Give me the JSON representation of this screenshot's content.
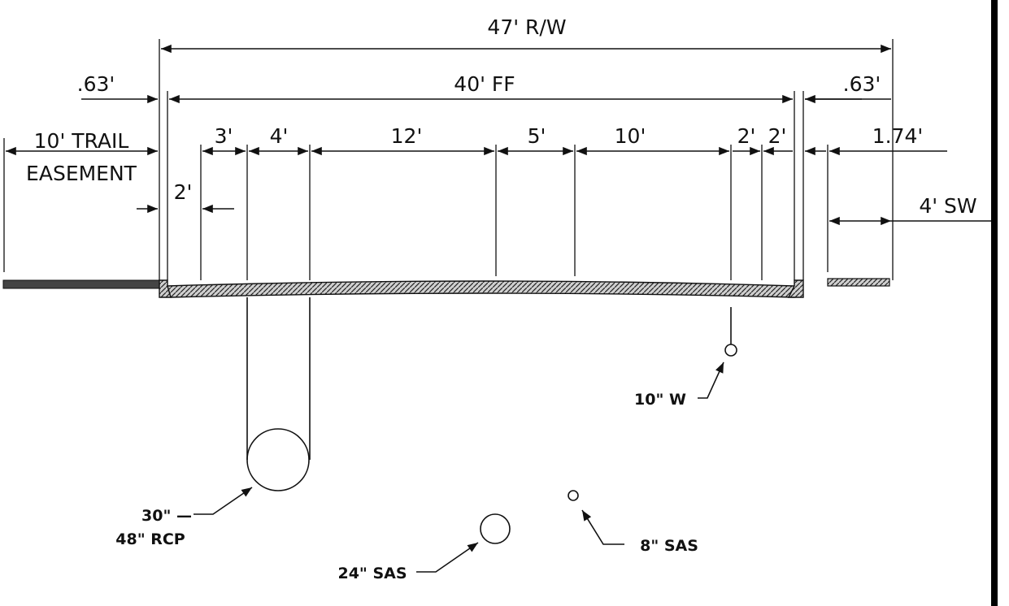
{
  "dimensions": {
    "row": "47' R/W",
    "ff": "40' FF",
    "left_offset": ".63'",
    "right_offset": ".63'",
    "trail_line1": "10' TRAIL",
    "trail_line2": "EASEMENT",
    "gap_left": "2'",
    "seg_3": "3'",
    "seg_4": "4'",
    "seg_12": "12'",
    "seg_5": "5'",
    "seg_10": "10'",
    "seg_2a": "2'",
    "seg_2b": "2'",
    "seg_174": "1.74'",
    "sidewalk": "4' SW"
  },
  "utilities": {
    "water": "10\" W",
    "rcp_line1": "30\" —",
    "rcp_line2": "48\" RCP",
    "sas24": "24\" SAS",
    "sas8": "8\" SAS"
  },
  "colors": {
    "ink": "#111111",
    "paving": "#555555",
    "frame": "#000000"
  }
}
